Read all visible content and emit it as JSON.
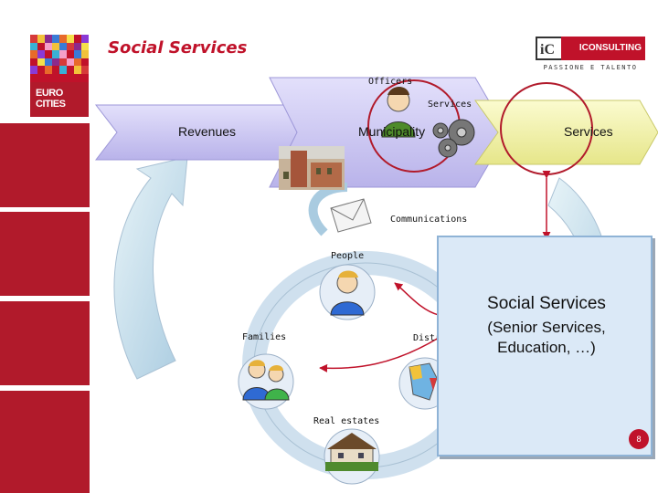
{
  "header": {
    "title": "Social Services",
    "eurocities_logo_text": "EURO CITIES",
    "iconsulting_logo_text": "ICONSULTING",
    "iconsulting_tagline": "PASSIONE E TALENTO"
  },
  "diagram": {
    "officers": "Officers",
    "services_small": "Services",
    "revenues": "Revenues",
    "municipality": "Municipality",
    "services_big": "Services",
    "communications": "Communications",
    "people": "People",
    "families": "Families",
    "districts": "Districts",
    "real_estates": "Real estates"
  },
  "popup": {
    "title": "Social Services",
    "line1": "(Senior Services,",
    "line2": "Education, …)"
  },
  "footer": {
    "page_number": "8"
  },
  "colors": {
    "accent_red": "#c0122a",
    "side_red": "#b11a2b",
    "arrow_lavender": "#c9c4ee",
    "arrow_yellow": "#f3f3a8",
    "popup_fill": "#dbe9f7"
  }
}
